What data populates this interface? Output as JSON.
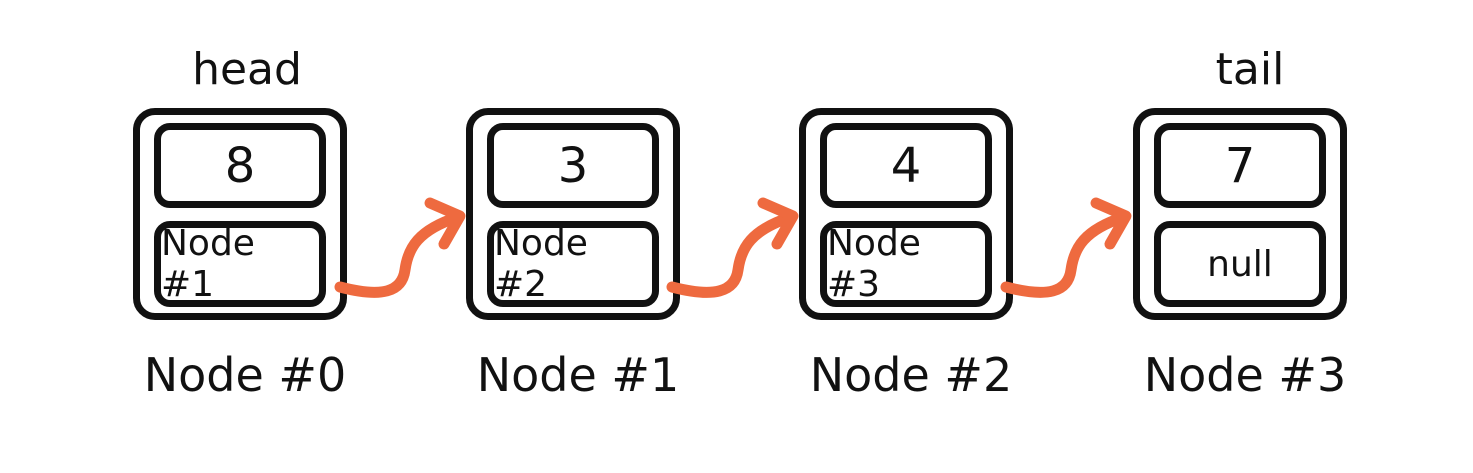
{
  "colors": {
    "arrow": "#ee6a3f",
    "stroke": "#111111"
  },
  "nodes": [
    {
      "value": "8",
      "next": "Node #1",
      "name": "Node #0",
      "tag": "head"
    },
    {
      "value": "3",
      "next": "Node #2",
      "name": "Node #1",
      "tag": ""
    },
    {
      "value": "4",
      "next": "Node #3",
      "name": "Node #2",
      "tag": ""
    },
    {
      "value": "7",
      "next": "null",
      "name": "Node #3",
      "tag": "tail"
    }
  ]
}
